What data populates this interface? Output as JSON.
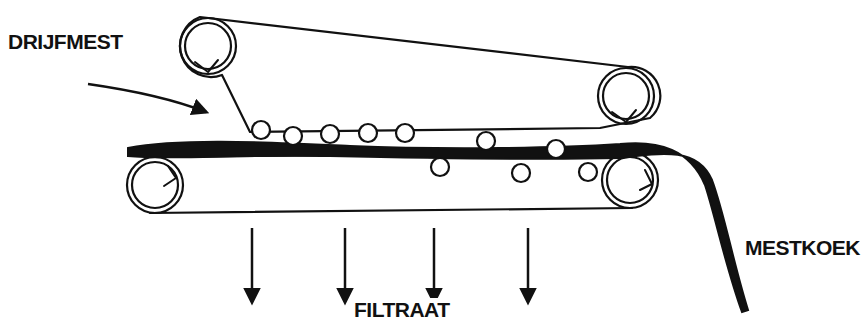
{
  "diagram": {
    "labels": [
      "DRIJFMEST",
      "MESTKOEK",
      "FILTRAAT"
    ]
  }
}
